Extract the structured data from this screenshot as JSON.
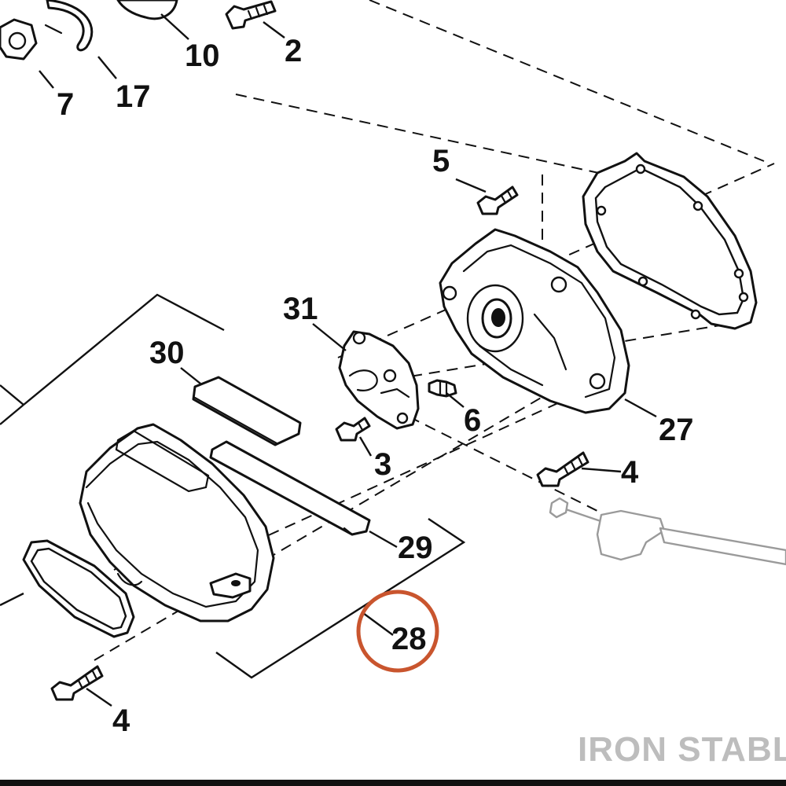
{
  "callouts": {
    "c2": "2",
    "c3": "3",
    "c4a": "4",
    "c4b": "4",
    "c5": "5",
    "c6": "6",
    "c7": "7",
    "c10": "10",
    "c17": "17",
    "c27": "27",
    "c28": "28",
    "c29": "29",
    "c30": "30",
    "c31": "31"
  },
  "highlight": {
    "part_number": "28",
    "color": "#c9552e"
  },
  "watermark": {
    "text": "IRON STABLE",
    "color": "#bdbdbd"
  },
  "colors": {
    "line": "#111111",
    "ghost_part": "#9a9a9a",
    "background": "#ffffff"
  }
}
